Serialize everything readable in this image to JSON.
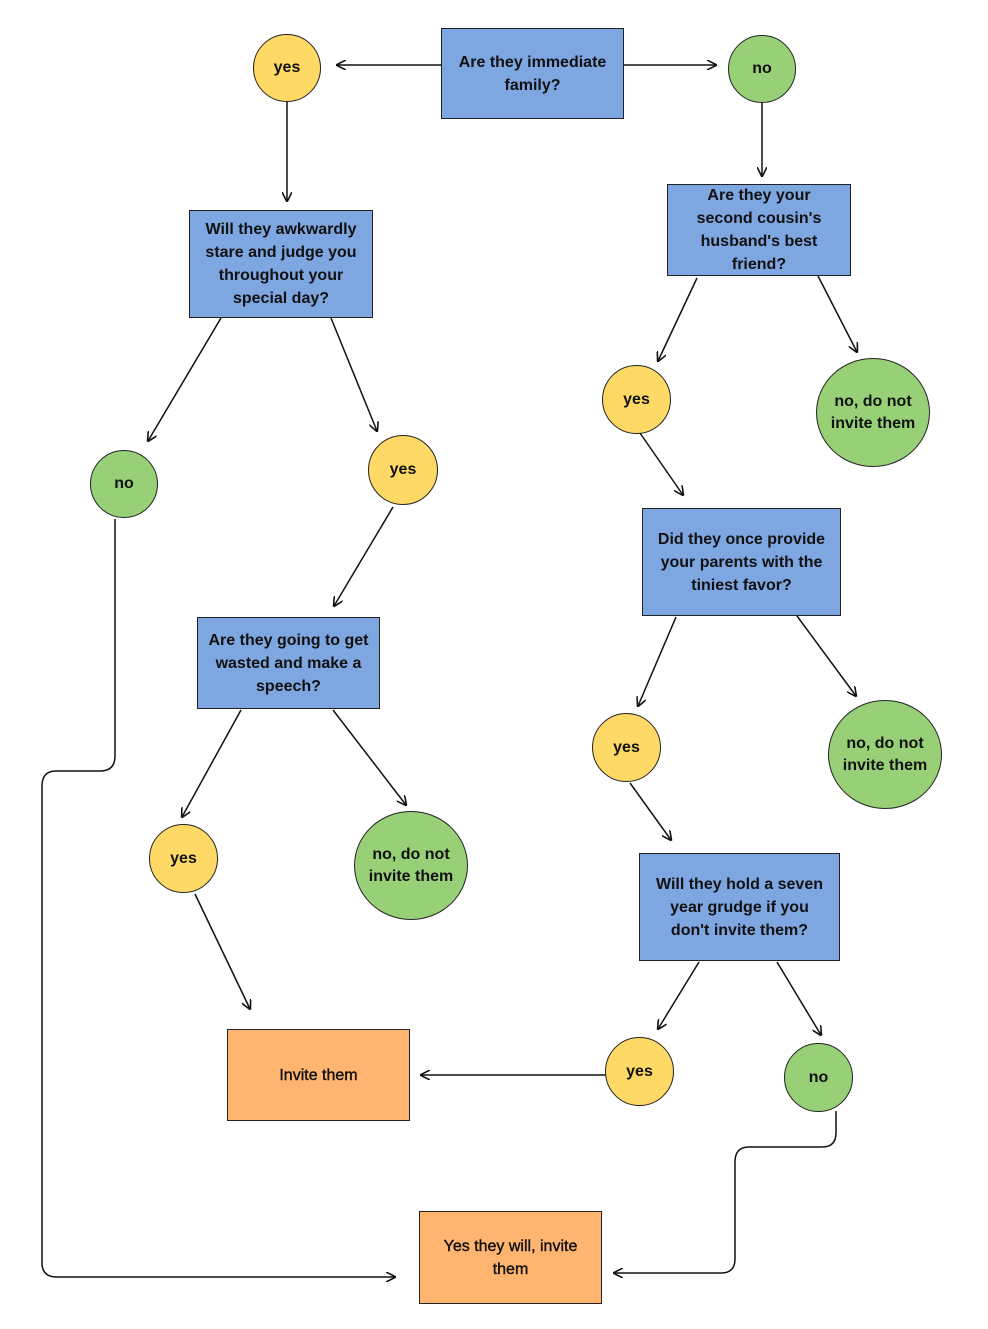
{
  "colors": {
    "question": "#7ea6e0",
    "yes": "#ffd966",
    "no": "#97d077",
    "result": "#ffb570",
    "line": "#111111"
  },
  "questions": {
    "q1": "Are they immediate\nfamily?",
    "q2": "Will they awkwardly\nstare and judge you\nthroughout your\nspecial day?",
    "q3": "Are they your\nsecond cousin's\nhusband's best\nfriend?",
    "q4": "Are they going to get\nwasted and make a\nspeech?",
    "q5": "Did they once provide\nyour parents with the\ntiniest favor?",
    "q6": "Will they hold a seven\nyear grudge if you\ndon't invite them?"
  },
  "answers": {
    "a1": "yes",
    "a2": "no",
    "a3": "no",
    "a4": "yes",
    "a5": "yes",
    "a6": "no, do not\ninvite them",
    "a7": "yes",
    "a8": "no, do not\ninvite them",
    "a9": "yes",
    "a10": "no, do not\ninvite them",
    "a11": "yes",
    "a12": "no"
  },
  "results": {
    "r1": "Invite them",
    "r2": "Yes they will, invite\nthem"
  }
}
